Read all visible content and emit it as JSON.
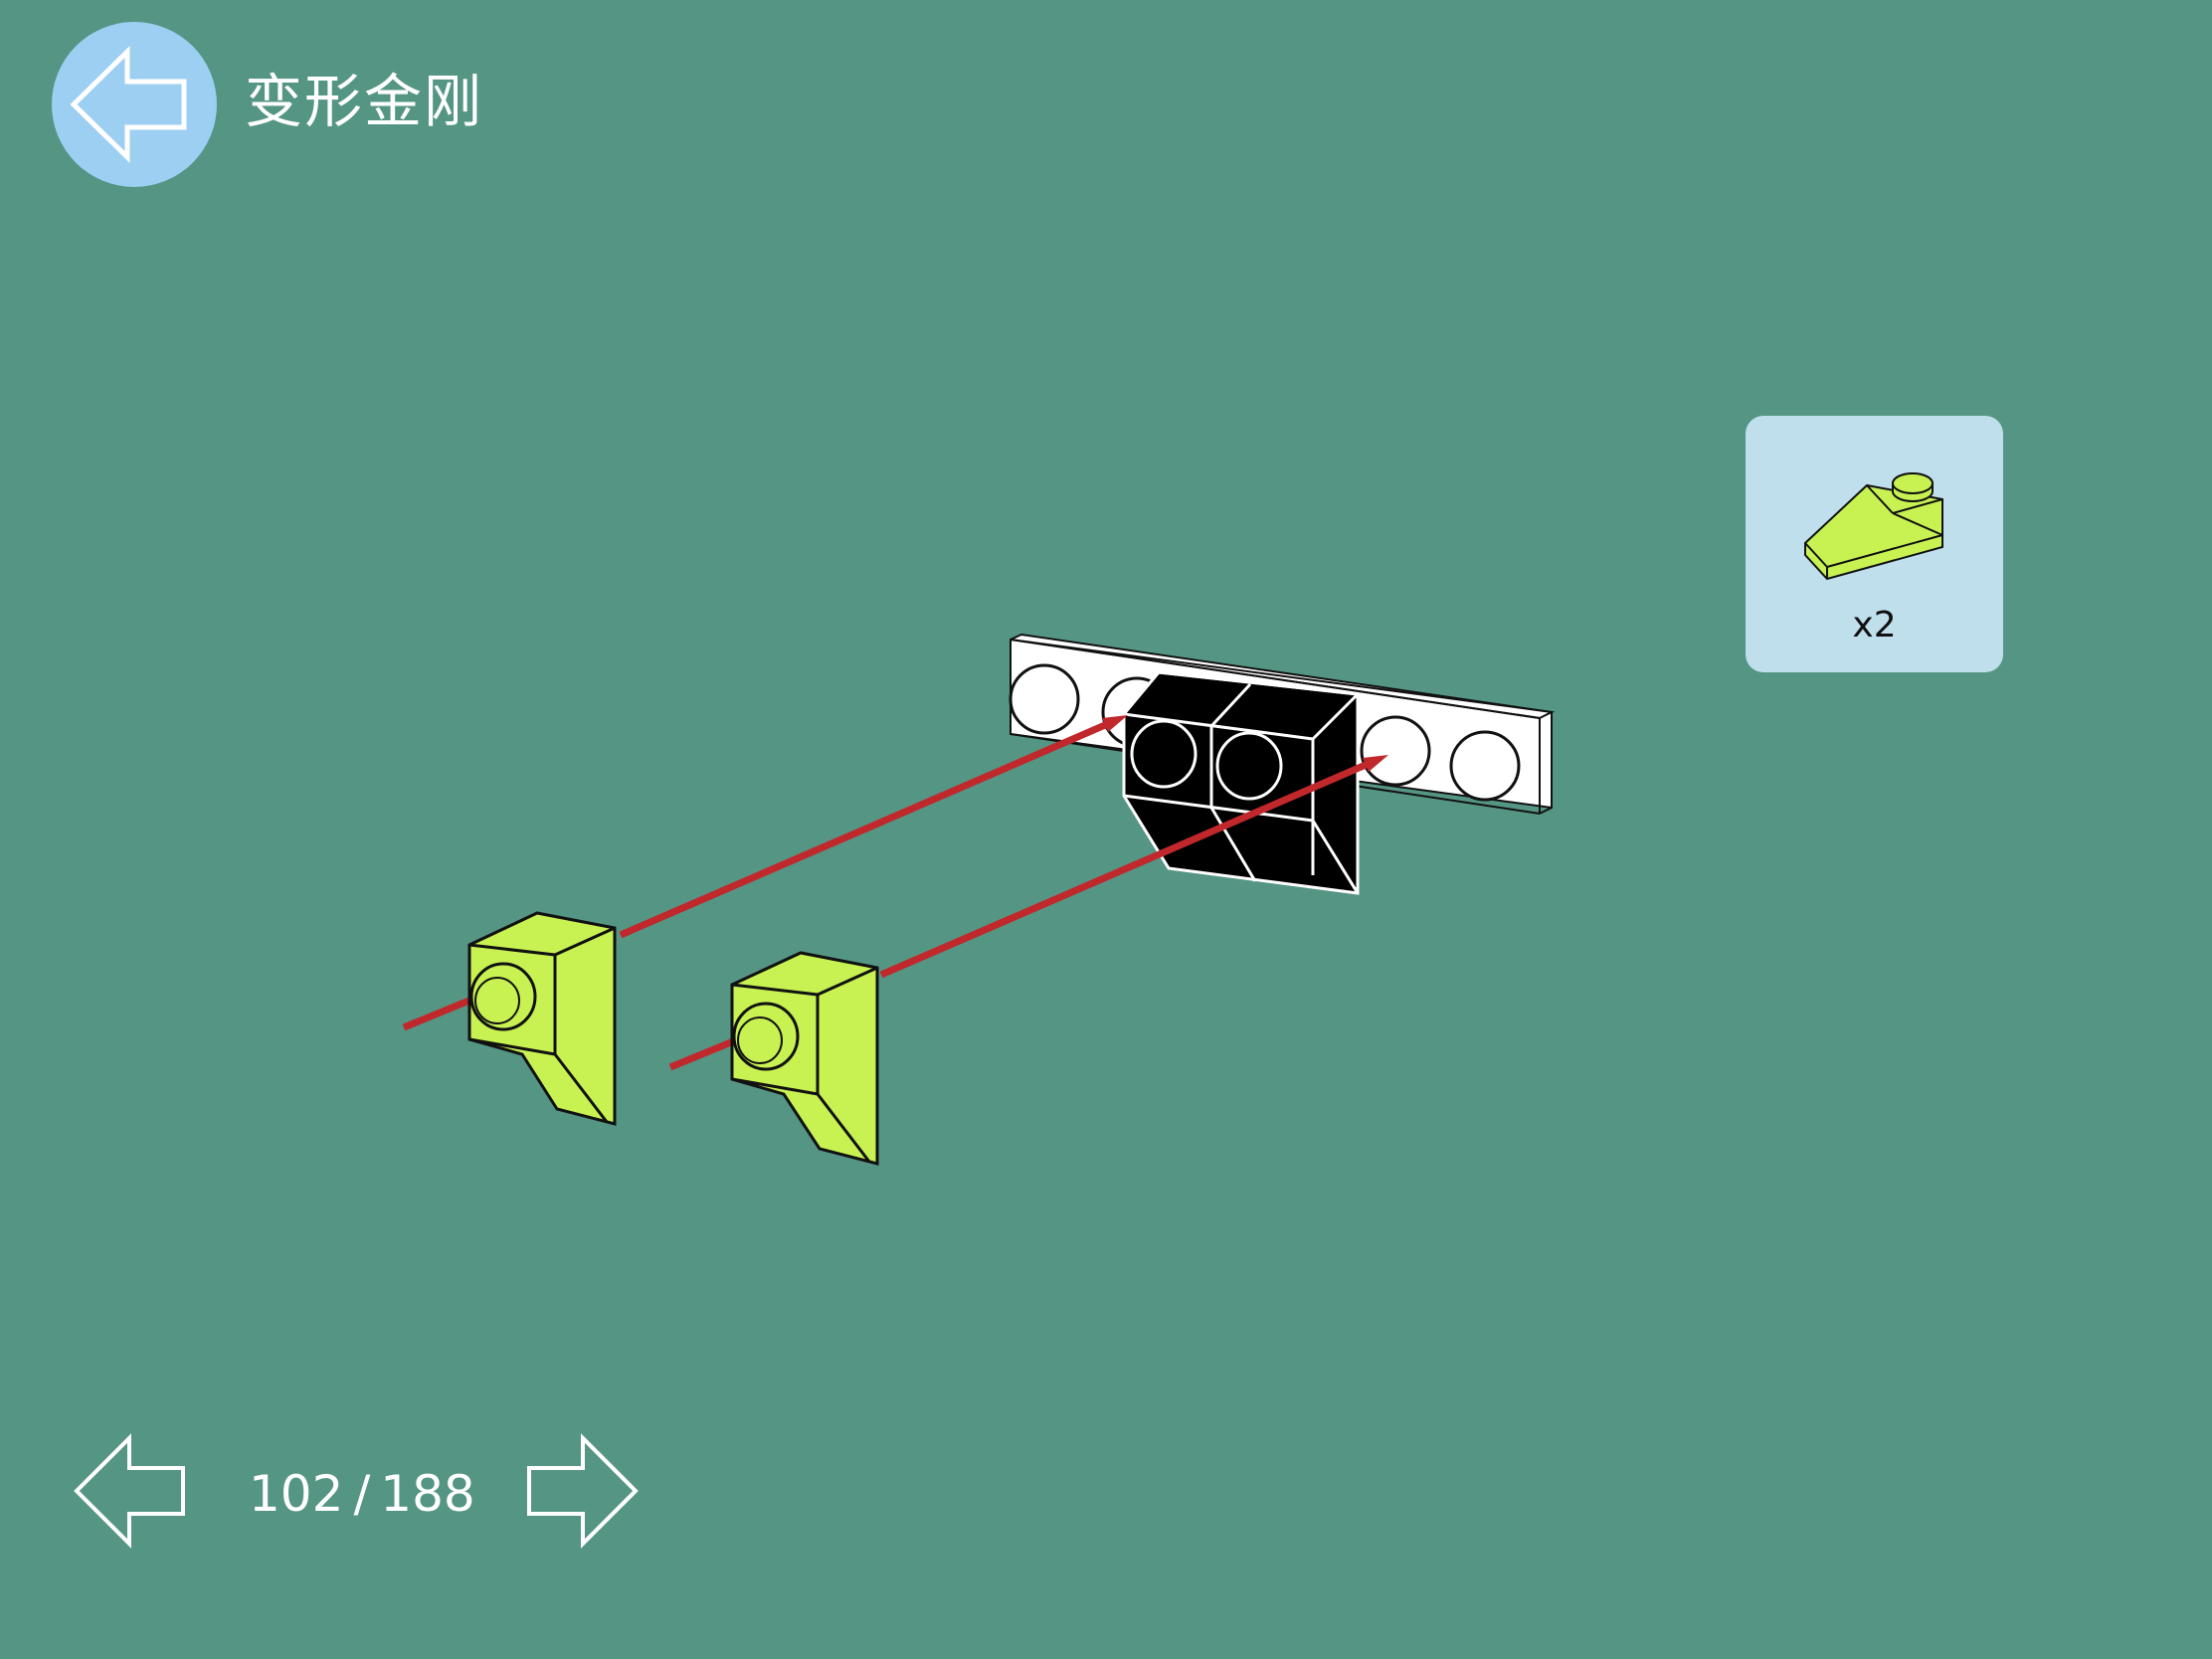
{
  "header": {
    "title": "变形金刚"
  },
  "parts": {
    "quantity": "x2"
  },
  "pagination": {
    "current": "102",
    "separator": "/",
    "total": "188"
  },
  "colors": {
    "background": "#559584",
    "back_button": "#9ccff2",
    "brick_green": "#c8f252",
    "arrow_red": "#c0282c",
    "card": "#c0dfec"
  }
}
